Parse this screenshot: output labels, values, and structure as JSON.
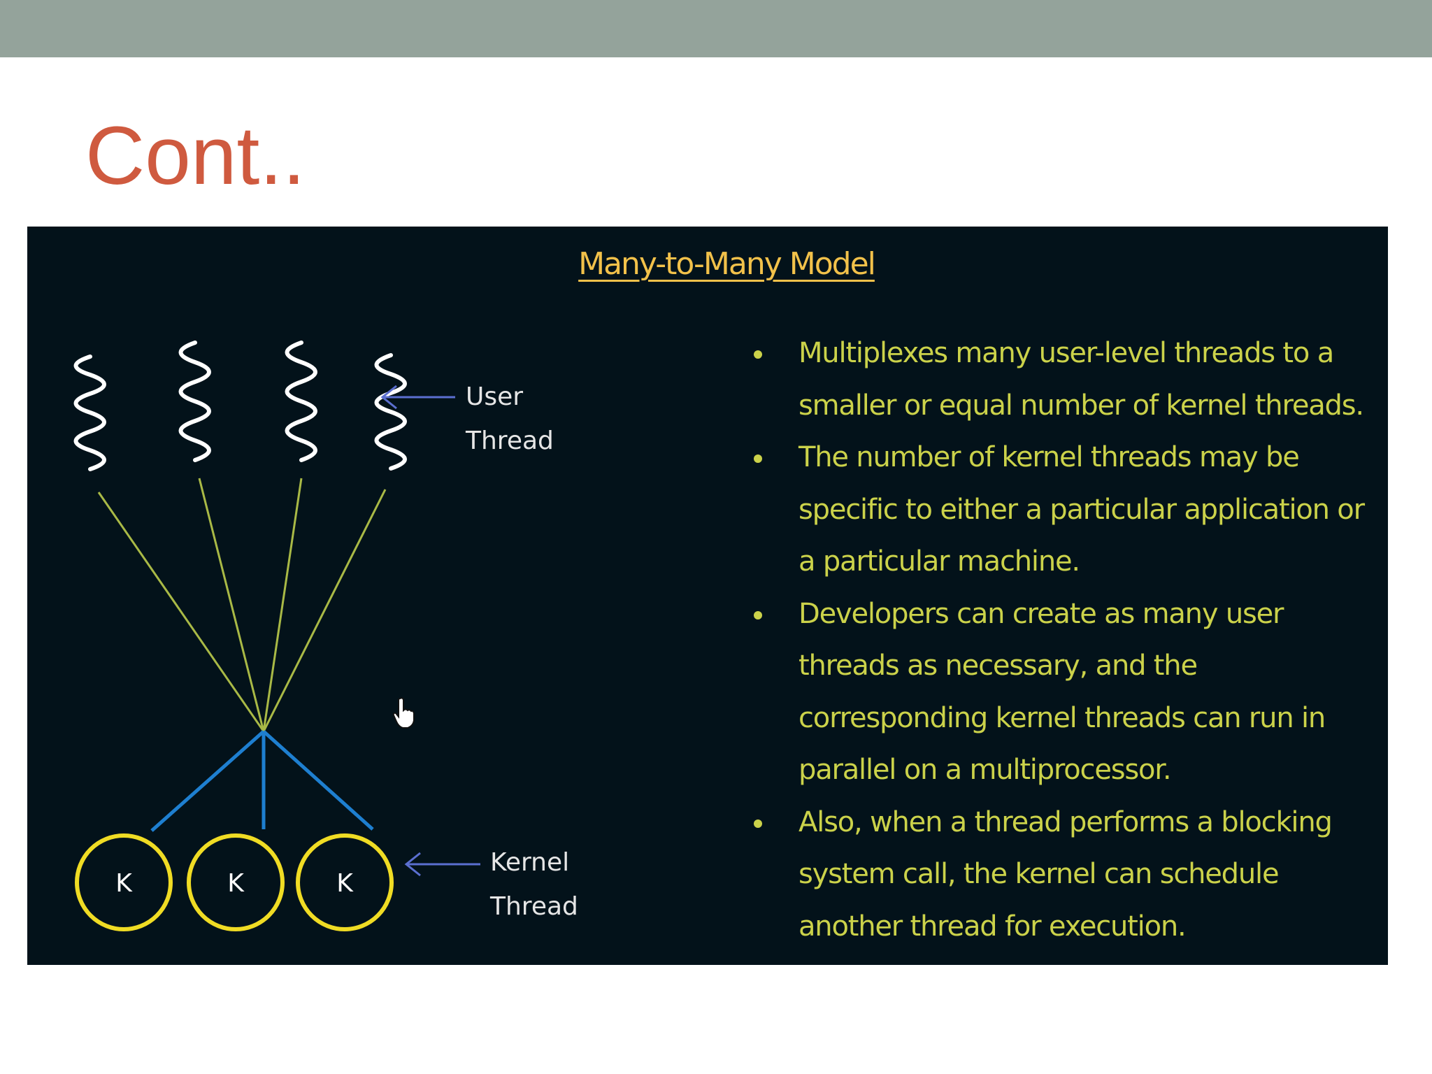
{
  "slide": {
    "title": "Cont..",
    "top_band_color": "#94a39b",
    "title_color": "#cf5a3f"
  },
  "panel": {
    "title": "Many-to-Many Model",
    "background": "#03121a",
    "title_color": "#f2c14a",
    "text_color": "#cbd24a",
    "bullets": [
      "Multiplexes many user-level threads to a smaller or equal number of kernel threads.",
      "The number of kernel threads may be specific to either a particular application or a particular machine.",
      "Developers can create as many user threads as necessary, and the corresponding kernel threads can run in parallel on a multiprocessor.",
      "Also, when a thread performs a blocking system call, the kernel can schedule another thread for execution."
    ]
  },
  "diagram": {
    "user_thread_label_line1": "User",
    "user_thread_label_line2": "Thread",
    "kernel_thread_label_line1": "Kernel",
    "kernel_thread_label_line2": "Thread",
    "kernel_nodes": [
      "K",
      "K",
      "K"
    ],
    "user_thread_count": 4,
    "user_line_color": "#a9b946",
    "kernel_line_color": "#1e7fd0",
    "kernel_circle_color": "#f0dc24",
    "arrow_color": "#5b6fd0",
    "cursor_icon": "hand-pointer-icon"
  }
}
